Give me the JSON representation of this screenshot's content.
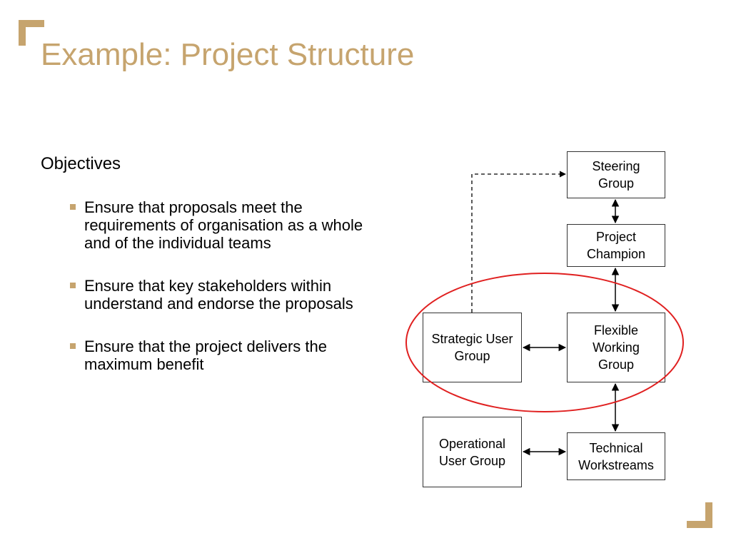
{
  "slide": {
    "title": "Example: Project Structure",
    "objectives_heading": "Objectives",
    "bullets": [
      "Ensure that proposals meet the requirements of organisation as a whole and of the individual teams",
      "Ensure that key stakeholders within understand and endorse the proposals",
      "Ensure that the project delivers the maximum benefit"
    ]
  },
  "diagram": {
    "nodes": {
      "steering": "Steering\nGroup",
      "champion": "Project\nChampion",
      "flexible": "Flexible\nWorking\nGroup",
      "strategic": "Strategic User\nGroup",
      "operational": "Operational\nUser Group",
      "technical": "Technical\nWorkstreams"
    }
  },
  "colors": {
    "accent": "#c6a46e",
    "highlight_ellipse": "#e02020",
    "text": "#000000",
    "box_border": "#333333"
  },
  "icons": {
    "top_left_corner": "corner-bracket-icon",
    "bottom_right_corner": "corner-bracket-icon"
  }
}
